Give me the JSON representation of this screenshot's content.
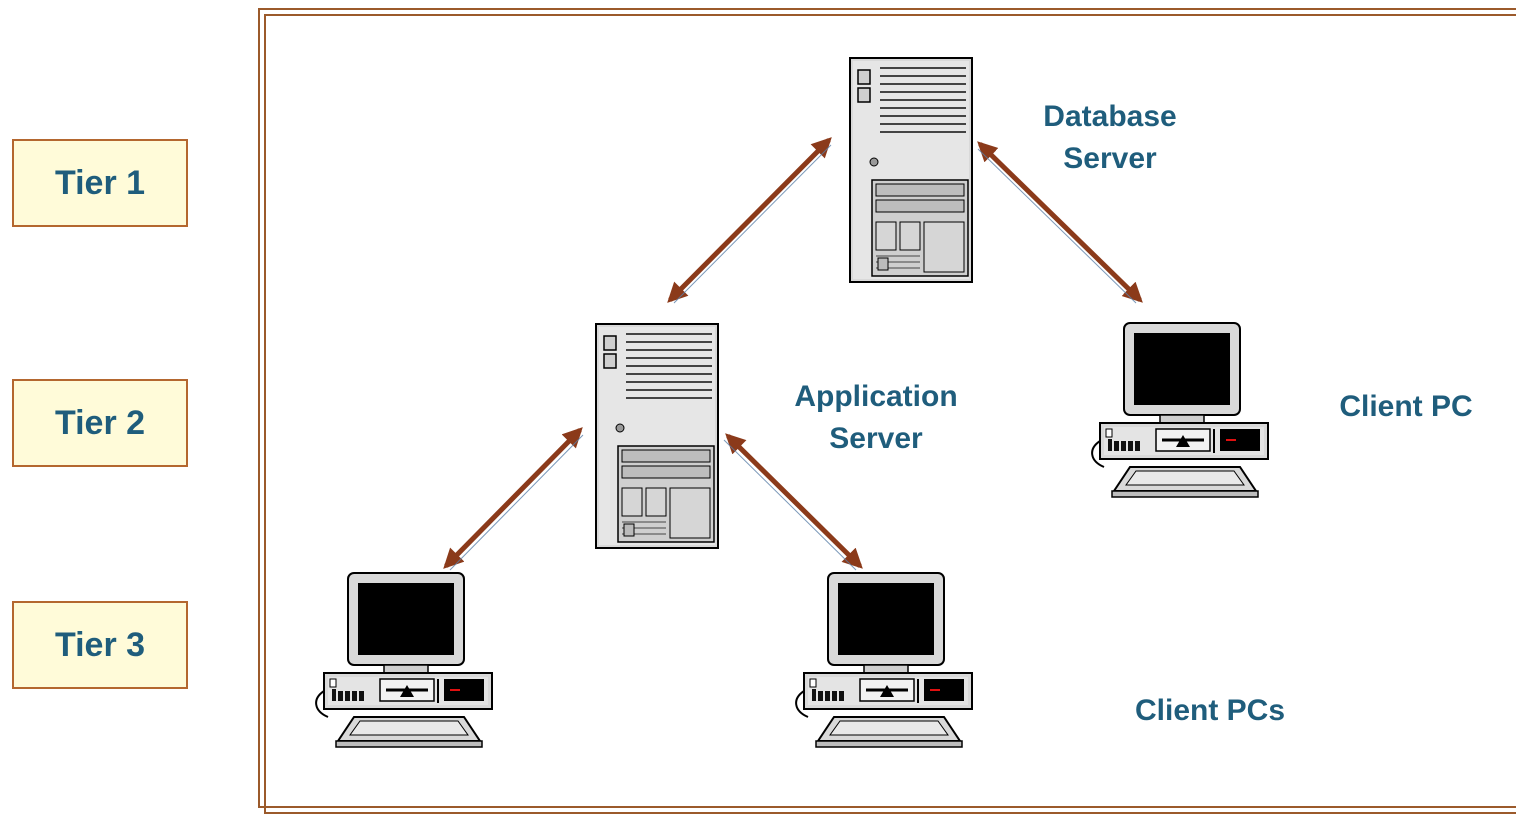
{
  "tiers": [
    "Tier 1",
    "Tier 2",
    "Tier 3"
  ],
  "labels": {
    "database_server": [
      "Database",
      "Server"
    ],
    "application_server": [
      "Application",
      "Server"
    ],
    "client_pc": "Client PC",
    "client_pcs": "Client PCs"
  },
  "colors": {
    "label_text": "#1f5d7c",
    "tier_fill": "#fffbd9",
    "border": "#9b5a2b",
    "arrow": "#8b3a1a"
  },
  "icons": {
    "server": "server-tower-icon",
    "pc": "desktop-pc-icon"
  }
}
